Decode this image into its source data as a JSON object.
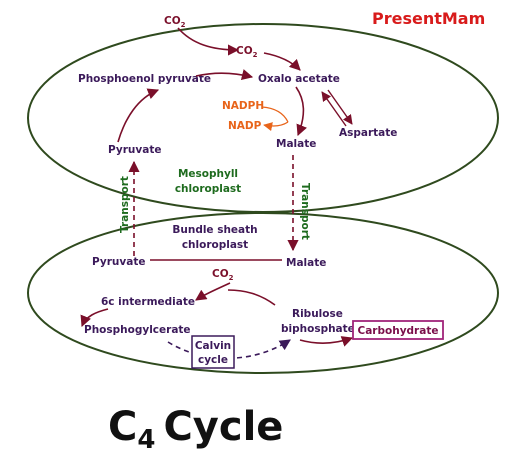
{
  "brand": "PresentMam",
  "title": {
    "letter": "C",
    "subscript": "4",
    "word": "Cycle"
  },
  "labels": {
    "co2_top": "CO",
    "co2_top_sub": "2",
    "co2_mid": "CO",
    "co2_mid_sub": "2",
    "co2_bottom": "CO",
    "co2_bottom_sub": "2",
    "phosphoenol_pyruvate": "Phosphoenol pyruvate",
    "oxalo_acetate": "Oxalo acetate",
    "nadph": "NADPH",
    "nadp": "NADP",
    "aspartate": "Aspartate",
    "pyruvate_top": "Pyruvate",
    "malate_top": "Malate",
    "mesophyll_line1": "Mesophyll",
    "mesophyll_line2": "chloroplast",
    "transport_left": "Transport",
    "transport_right": "Transport",
    "bundle_line1": "Bundle sheath",
    "bundle_line2": "chloroplast",
    "pyruvate_bottom": "Pyruvate",
    "malate_bottom": "Malate",
    "intermediate": "6c intermediate",
    "ribulose_line1": "Ribulose",
    "ribulose_line2": "biphosphate",
    "phosphoglycerate": "Phosphogylcerate",
    "calvin_line1": "Calvin",
    "calvin_line2": "cycle",
    "carbohydrate": "Carbohydrate"
  },
  "colors": {
    "label": "#3b1a5a",
    "arrow": "#7a0f2a",
    "cell_outline": "#2f4a1e",
    "nadph_text": "#e8641a",
    "transport_text": "#1e6b1e",
    "carbohydrate_box": "#a0247a",
    "brand": "#d81b1b"
  }
}
